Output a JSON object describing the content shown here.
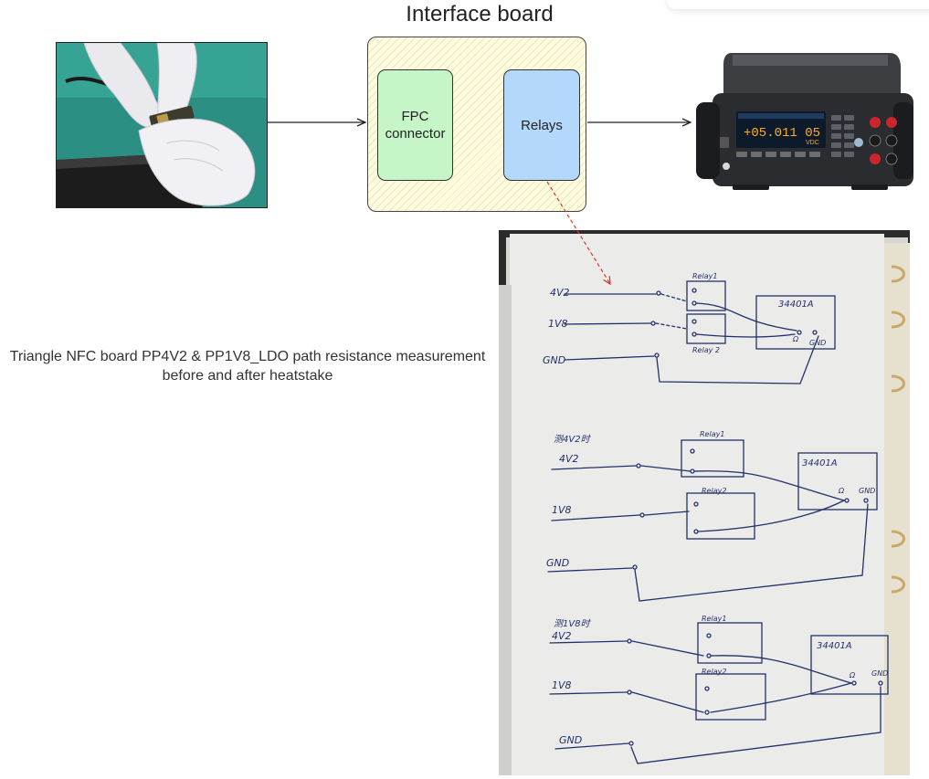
{
  "title": "Interface board",
  "blocks": {
    "fpc": "FPC\nconnector",
    "relays": "Relays"
  },
  "description": "Triangle NFC board PP4V2 & PP1V8_LDO path resistance measurement before and after heatstake",
  "multimeter": {
    "reading": "+05.011 05",
    "unit": "VDC"
  },
  "sketch": {
    "sections": [
      {
        "heading": "",
        "relay1": "Relay1",
        "relay2": "Relay 2",
        "meter": "34401A",
        "nets": [
          "4V2",
          "1V8",
          "GND"
        ],
        "meter_terminals": [
          "Ω",
          "GND"
        ]
      },
      {
        "heading": "测4V2时",
        "relay1": "Relay1",
        "relay2": "Relay2",
        "meter": "34401A",
        "nets": [
          "4V2",
          "1V8",
          "GND"
        ],
        "meter_terminals": [
          "Ω",
          "GND"
        ]
      },
      {
        "heading": "测1V8时",
        "relay1": "Relay1",
        "relay2": "Relay2",
        "meter": "34401A",
        "nets": [
          "4V2",
          "1V8",
          "GND"
        ],
        "meter_terminals": [
          "Ω",
          "GND"
        ]
      }
    ]
  },
  "colors": {
    "fpc_fill": "#c6f5c8",
    "relays_fill": "#b3d8fc",
    "board_fill": "#fdfbe0",
    "dashed_link": "#e0392b"
  }
}
